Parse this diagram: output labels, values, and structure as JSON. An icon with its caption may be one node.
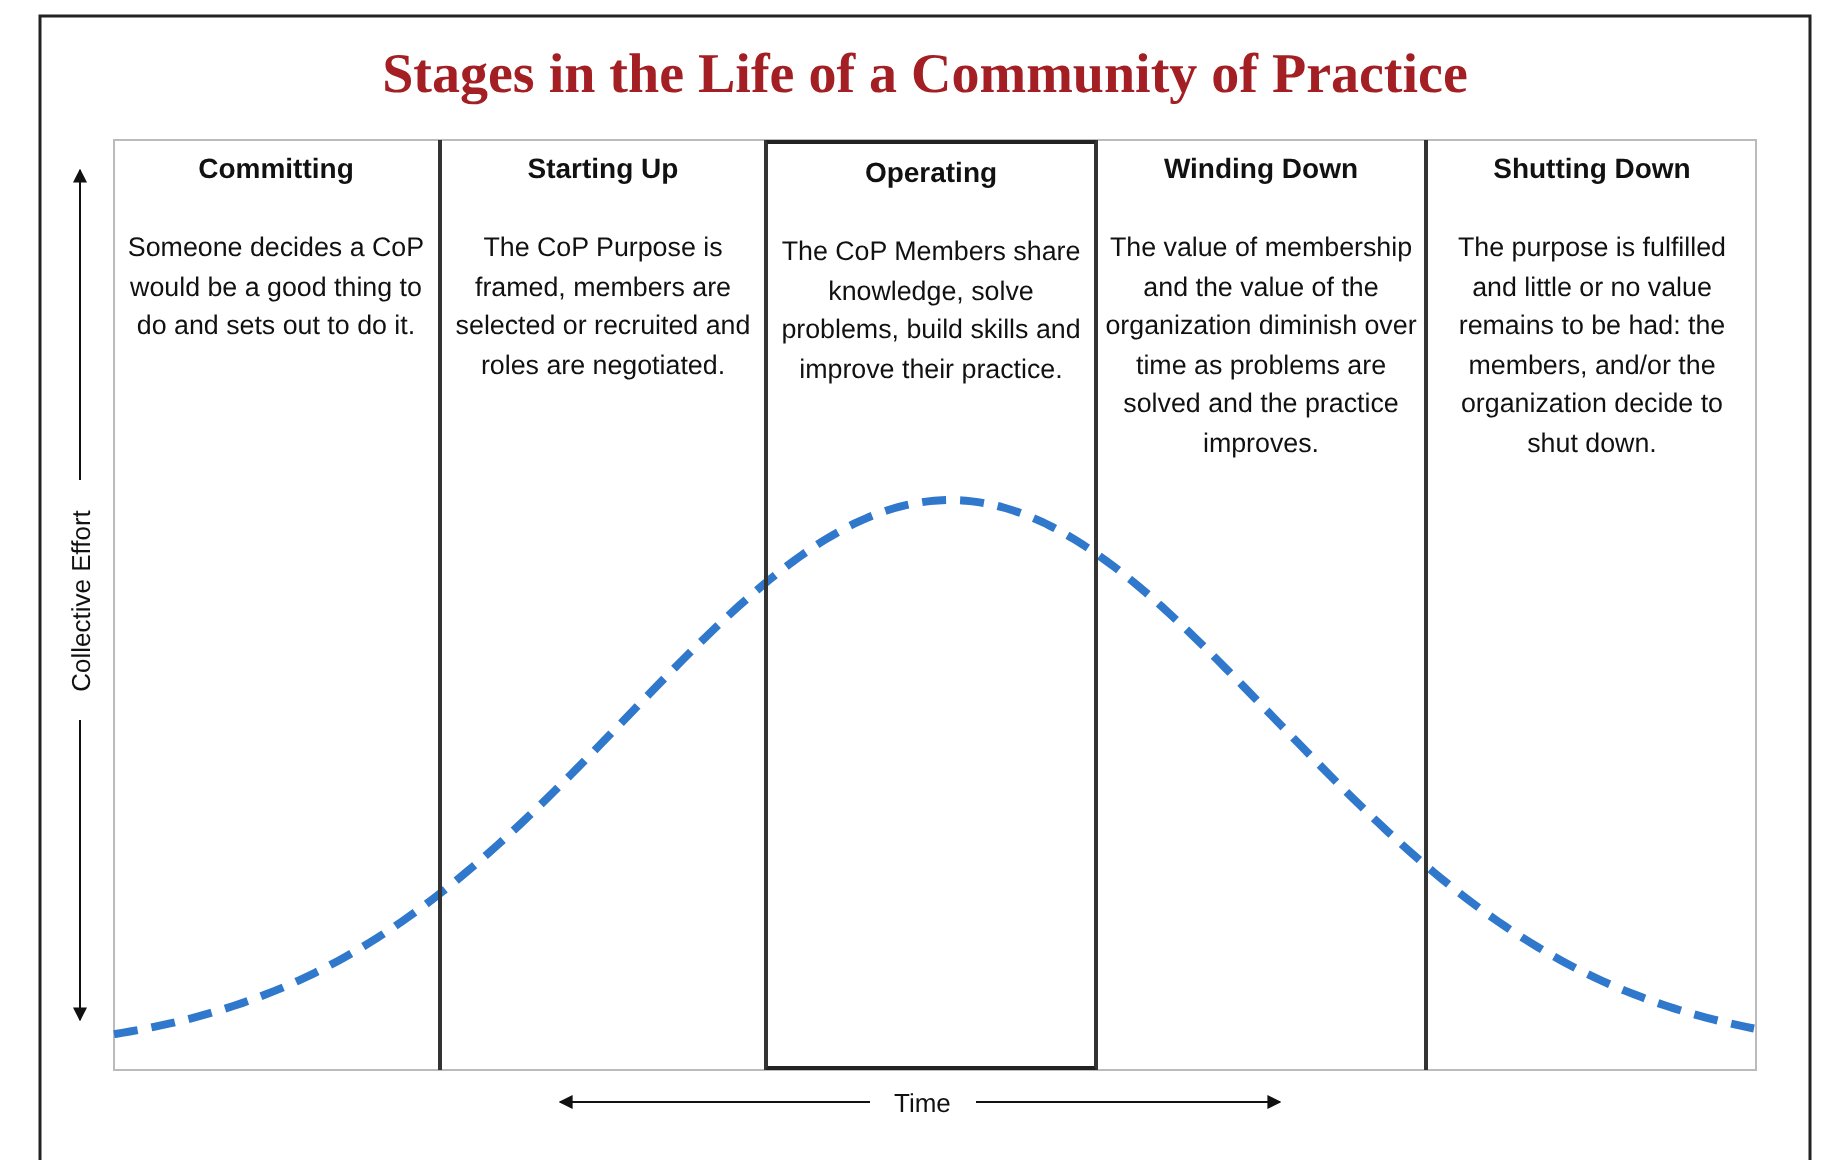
{
  "diagram": {
    "title": "Stages in the Life of a Community of Practice",
    "nodes": [
      {
        "text": [
          "Committing",
          "Someone decides a CoP would be a good thing to do and sets out to do it."
        ]
      },
      {
        "text": [
          "Starting Up",
          "The CoP Purpose is framed, members are selected or recruited and roles are negotiated."
        ]
      },
      {
        "text": [
          "Operating",
          "The CoP Members share knowledge, solve problems, build skills and improve their practice."
        ]
      },
      {
        "text": [
          "Winding Down",
          "The value of membership and the value of the organization diminish over time as problems are solved and the practice improves."
        ]
      },
      {
        "text": [
          "Shutting Down",
          "The purpose is fulfilled and little or no value remains to be had: the members, and/or the organization decide to shut down."
        ]
      }
    ],
    "labels": [
      "Collective Effort",
      "Time"
    ]
  }
}
